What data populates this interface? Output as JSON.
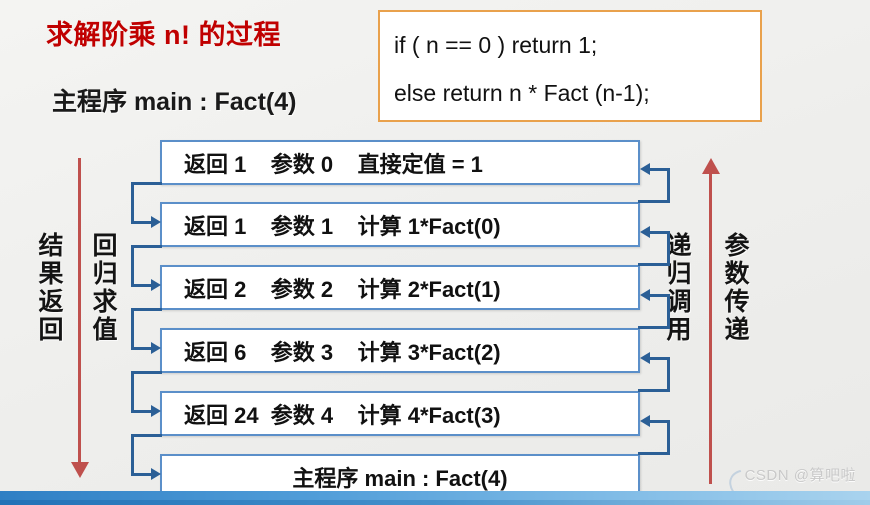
{
  "slide": {
    "title": "求解阶乘 n! 的过程",
    "subtitle": "主程序 main : Fact(4)",
    "background_color": "#f1f1ef",
    "title_color": "#c00000",
    "watermark": "CSDN @算吧啦"
  },
  "code_box": {
    "border_color": "#e9a14c",
    "lines": [
      "if ( n == 0 ) return 1;",
      "else return n * Fact (n-1);"
    ]
  },
  "stack": {
    "box_border_color": "#5b8fc9",
    "connector_color": "#2b5f96",
    "frames": [
      {
        "text": "返回 1    参数 0    直接定值 = 1"
      },
      {
        "text": "返回 1    参数 1    计算 1*Fact(0)"
      },
      {
        "text": "返回 2    参数 2    计算 2*Fact(1)"
      },
      {
        "text": "返回 6    参数 3    计算 3*Fact(2)"
      },
      {
        "text": "返回 24  参数 4    计算 4*Fact(3)"
      },
      {
        "text": "主程序 main : Fact(4)"
      }
    ]
  },
  "annotations": {
    "arrow_color": "#bf504d",
    "left_outer": "结果返回",
    "left_inner": "回归求值",
    "right_inner": "递归调用",
    "right_outer": "参数传递"
  }
}
